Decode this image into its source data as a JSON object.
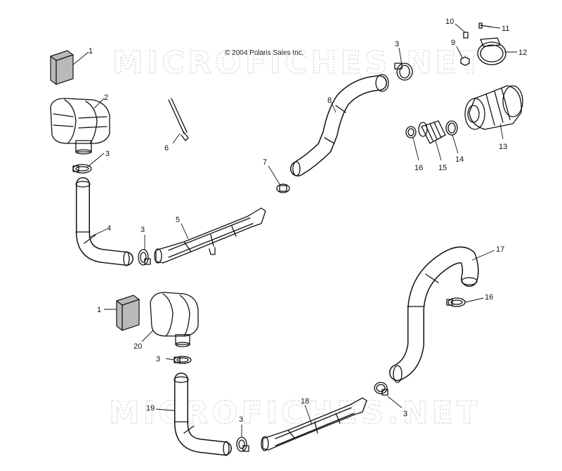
{
  "copyright": "© 2004 Polaris Sales Inc.",
  "watermark": "MICROFICHES.NET",
  "callouts": {
    "c1a": "1",
    "c2": "2",
    "c3a": "3",
    "c4": "4",
    "c3b": "3",
    "c5": "5",
    "c6": "6",
    "c7": "7",
    "c8": "8",
    "c3c": "3",
    "c10": "10",
    "c11": "11",
    "c9": "9",
    "c12": "12",
    "c13": "13",
    "c14": "14",
    "c15": "15",
    "c16a": "16",
    "c1b": "1",
    "c20": "20",
    "c3d": "3",
    "c19": "19",
    "c3e": "3",
    "c18": "18",
    "c3f": "3",
    "c16b": "16",
    "c17": "17"
  },
  "colors": {
    "line": "#111111",
    "fill": "#ffffff",
    "shade": "#b9b9b9",
    "watermark": "#d6d6d6"
  }
}
